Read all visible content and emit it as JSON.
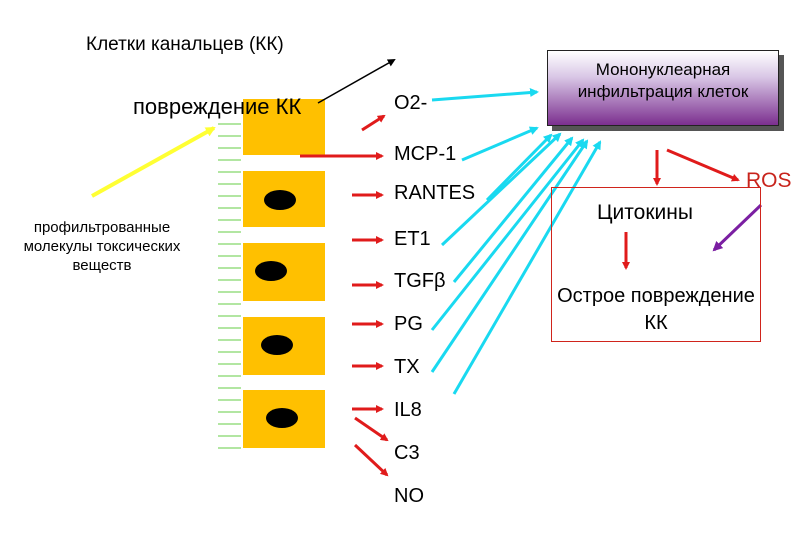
{
  "diagram": {
    "title": "Клетки канальцев (КК)",
    "injury_label": "повреждение КК",
    "filtered_label": "профильтрованные молекулы токсических веществ",
    "mediators": [
      "O2-",
      "MCP-1",
      "RANTES",
      "ET1",
      "TGFβ",
      "PG",
      "TX",
      "IL8",
      "C3",
      "NO"
    ],
    "mononuclear_label": "Мононуклеарная инфильтрация клеток",
    "cytokines_label": "Цитокины",
    "acute_injury_label": "Острое повреждение КК",
    "ros_label": "ROS"
  },
  "colors": {
    "cell_fill": "#ffc000",
    "nucleus": "#000000",
    "microvilli": "#66cc44",
    "red_arrow": "#e01b1b",
    "cyan_arrow": "#19d9f0",
    "yellow_arrow": "#ffff33",
    "purple_arrow": "#7b1fa2",
    "black_arrow": "#000000",
    "box_border": "#d0241c"
  }
}
